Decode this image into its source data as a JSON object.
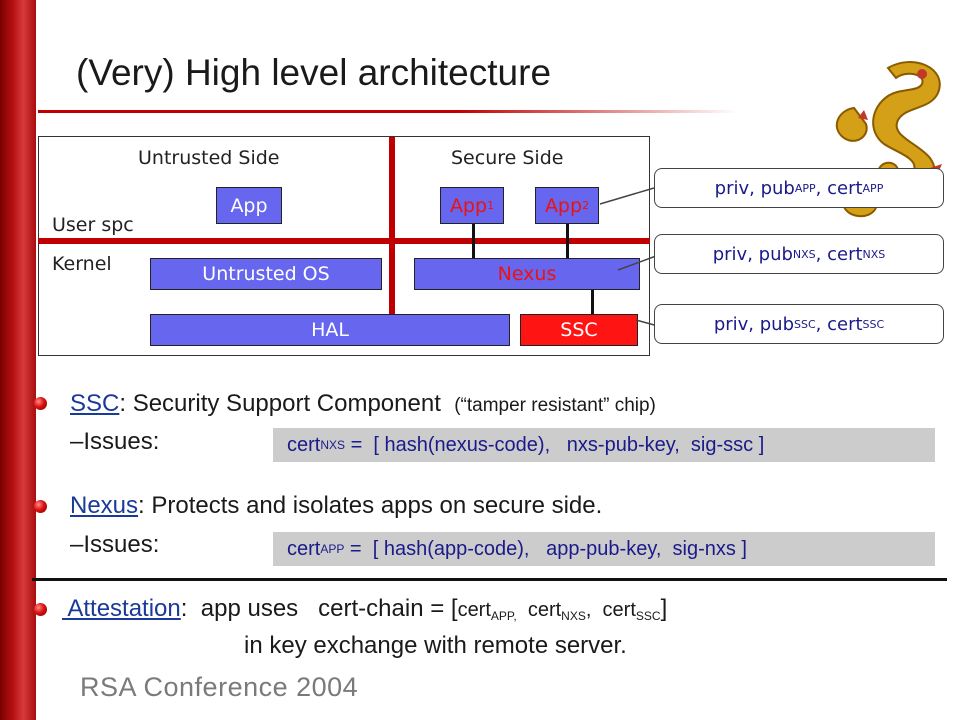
{
  "title": "(Very) High level architecture",
  "diagram": {
    "untrusted_side": "Untrusted Side",
    "secure_side": "Secure Side",
    "user_spc": "User spc",
    "kernel": "Kernel",
    "app": "App",
    "app1": "App",
    "app1_sub": "1",
    "app2": "App",
    "app2_sub": "2",
    "untrusted_os": "Untrusted OS",
    "nexus": "Nexus",
    "hal": "HAL",
    "ssc": "SSC"
  },
  "callouts": {
    "app": {
      "a": "priv,  pub",
      "a_sub": "APP",
      "b": " , cert",
      "b_sub": "APP"
    },
    "nxs": {
      "a": "priv,  pub",
      "a_sub": "NXS",
      "b": " , cert",
      "b_sub": "NXS"
    },
    "ssc": {
      "a": "priv,  pub",
      "a_sub": "SSC",
      "b": ", cert",
      "b_sub": "SSC"
    }
  },
  "bullets": {
    "ssc": {
      "term": "SSC",
      "sep": ":   Security Support Component",
      "note": "(“tamper resistant” chip)"
    },
    "ssc_issues": {
      "dash": "–",
      "label": "Issues:"
    },
    "cert_nxs": {
      "pre": "cert",
      "sub": "NXS",
      "rest": " =  [ hash(nexus-code),   nxs-pub-key,  sig-ssc ]"
    },
    "nexus": {
      "term": "Nexus",
      "rest": ":  Protects and isolates apps on secure side."
    },
    "nexus_issues": {
      "dash": "–",
      "label": "Issues:"
    },
    "cert_app": {
      "pre": "cert",
      "sub": "APP",
      "rest": " =  [ hash(app-code),   app-pub-key,  sig-nxs ]"
    },
    "attestation": {
      "term": " Attestation",
      "rest": ":  app uses   cert-chain = [",
      "c1": "cert",
      "c1_sub": "APP,",
      "c2": "  cert",
      "c2_sub": "NXS",
      "c3": ",  cert",
      "c3_sub": "SSC",
      "close": "]",
      "line2": "in key exchange with remote server."
    }
  },
  "footer": {
    "logo": "RSA Conference 2004"
  },
  "colors": {
    "accent_red": "#c00000",
    "block_blue": "#6666ee",
    "ssc_red": "#ff1414",
    "link_blue": "#1a3a99",
    "callout_text": "#1a1a8a"
  }
}
